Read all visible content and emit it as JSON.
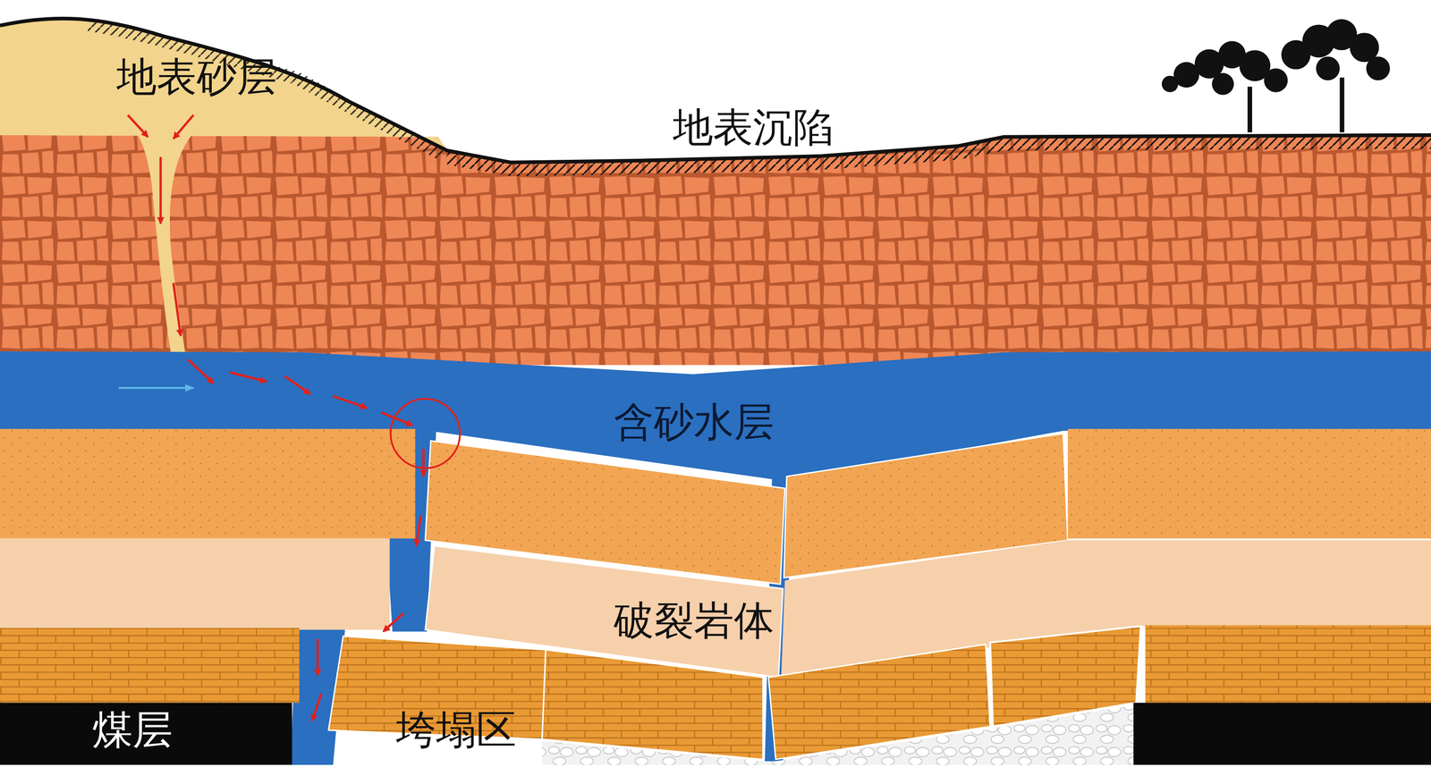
{
  "diagram": {
    "labels": [
      "地表砂层",
      "地表沉陷",
      "含砂水层",
      "破裂岩体",
      "煤层",
      "垮塌区"
    ]
  }
}
